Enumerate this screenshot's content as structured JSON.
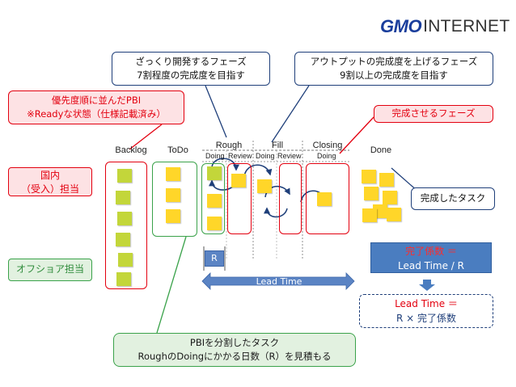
{
  "logo": {
    "gmo": "GMO",
    "internet": "INTERNET"
  },
  "callouts": {
    "rough_phase": {
      "line1": "ざっくり開発するフェーズ",
      "line2": "7割程度の完成度を目指す"
    },
    "output_phase": {
      "line1": "アウトプットの完成度を上げるフェーズ",
      "line2": "9割以上の完成度を目指す"
    },
    "pbi": {
      "line1": "優先度順に並んだPBI",
      "line2": "※Readyな状態（仕様記載済み）"
    },
    "complete_phase": "完成させるフェーズ",
    "done_task": "完成したタスク",
    "split_task": {
      "line1": "PBIを分割したタスク",
      "line2": "RoughのDoingにかかる日数（R）を見積もる"
    }
  },
  "row_labels": {
    "domestic": {
      "line1": "国内",
      "line2": "（受入）担当"
    },
    "offshore": "オフショア担当"
  },
  "columns": {
    "backlog": "Backlog",
    "todo": "ToDo",
    "rough": "Rough",
    "fill": "Fill",
    "closing": "Closing",
    "done": "Done",
    "doing": "Doing",
    "review": "Review",
    "closing_doing": "Doing"
  },
  "markers": {
    "r": "R",
    "lead_time": "Lead Time"
  },
  "formula1": {
    "red": "完了係数 ＝",
    "white": "Lead Time / R"
  },
  "formula2": {
    "red": "Lead Time ＝",
    "blue": "R × 完了係数"
  },
  "colors": {
    "red": "#e3000f",
    "green": "#3aa24a",
    "navy": "#1f3f7a",
    "note_green": "#c3d63a",
    "note_yellow": "#ffd629",
    "formula_blue": "#4a7dc0"
  }
}
